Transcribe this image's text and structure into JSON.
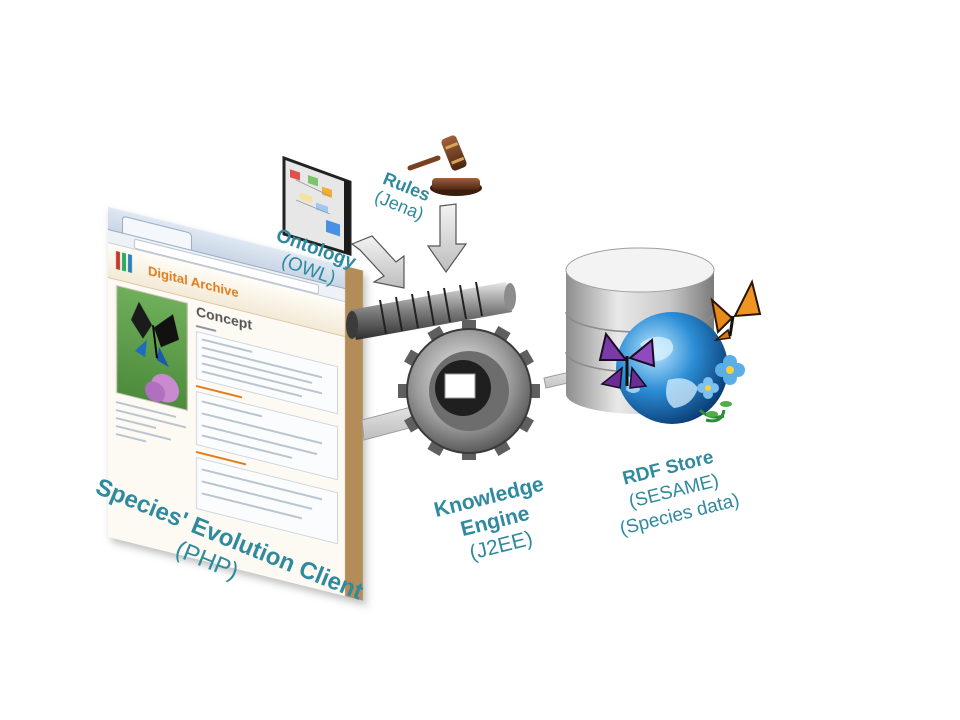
{
  "diagram": {
    "client": {
      "title": "Species' Evolution Client",
      "subtitle": "(PHP)"
    },
    "ontology": {
      "title": "Ontology",
      "subtitle": "(OWL)"
    },
    "rules": {
      "title": "Rules",
      "subtitle": "(Jena)"
    },
    "engine": {
      "title_line1": "Knowledge",
      "title_line2": "Engine",
      "subtitle": "(J2EE)"
    },
    "store": {
      "title": "RDF Store",
      "subtitle1": "(SESAME)",
      "subtitle2": "(Species data)"
    }
  },
  "browser": {
    "site_title": "Digital Archive",
    "page_heading": "Concept",
    "colors": {
      "accent": "#e07c1a",
      "frame": "#b48c57",
      "label": "#2f8a9e"
    }
  },
  "icons": [
    "gavel-icon",
    "ontology-screenshot-icon",
    "gear-icon",
    "database-icon",
    "globe-icon",
    "butterfly-icon",
    "flower-icon",
    "arrow-icon"
  ]
}
